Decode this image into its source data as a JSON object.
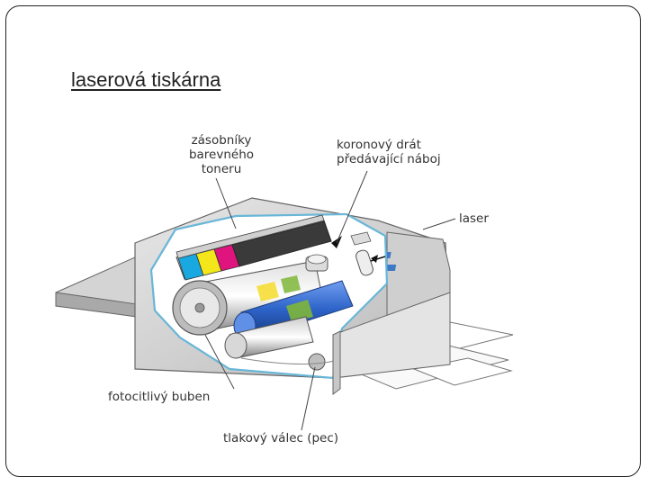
{
  "slide": {
    "title": "laserová tiskárna"
  },
  "diagram": {
    "labels": {
      "toner_line1": "zásobníky",
      "toner_line2": "barevného",
      "toner_line3": "toneru",
      "corona_line1": "koronový drát",
      "corona_line2": "předávající náboj",
      "laser": "laser",
      "drum": "fotocitlivý buben",
      "fuser": "tlakový válec (pec)"
    },
    "colors": {
      "toner_cyan": "#1aa8e0",
      "toner_yellow": "#f3e61a",
      "toner_magenta": "#e0147f",
      "toner_black": "#333333",
      "drum_blue": "#2d63c8",
      "accent_green": "#7fb63a",
      "paper_yellow": "#f5dc2a",
      "outline_blue": "#69b6d8"
    }
  }
}
